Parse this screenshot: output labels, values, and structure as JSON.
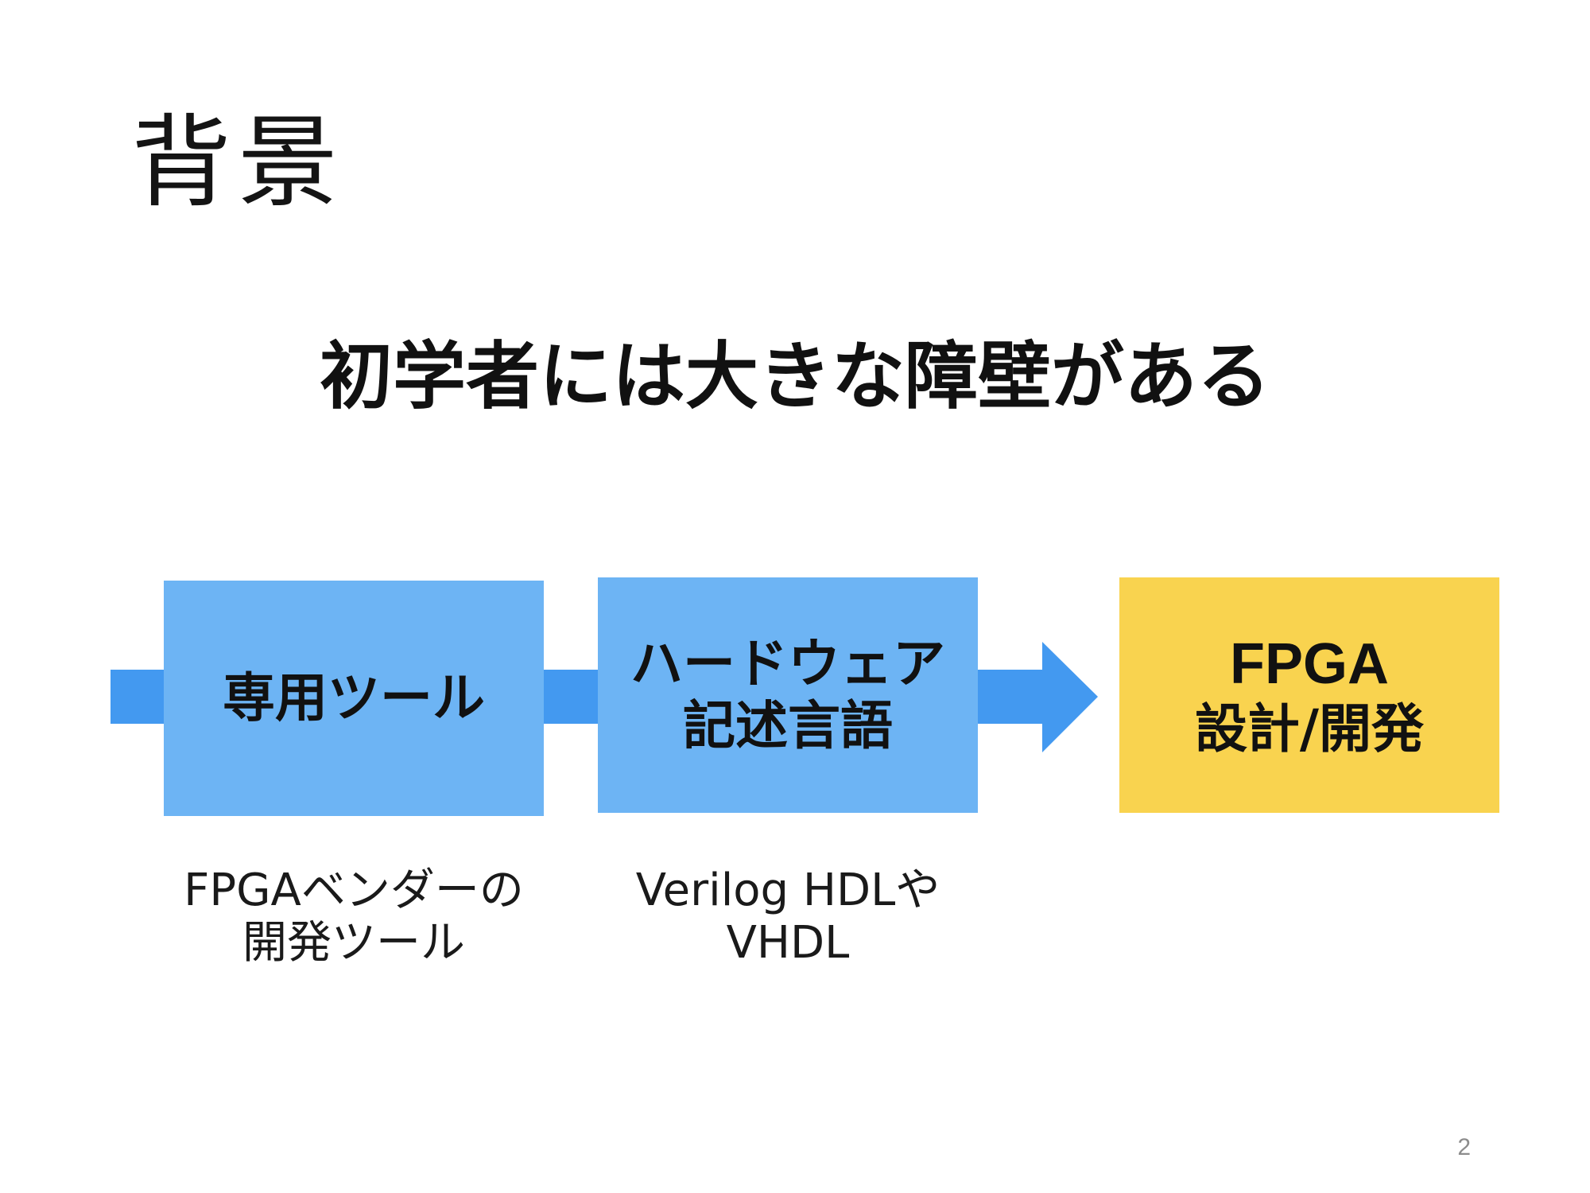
{
  "slide": {
    "title": "背景",
    "headline": "初学者には大きな障壁がある",
    "page_number": "2"
  },
  "flow": {
    "boxes": [
      {
        "lines": [
          "専用ツール"
        ],
        "color": "#6db4f4"
      },
      {
        "lines": [
          "ハードウェア",
          "記述言語"
        ],
        "color": "#6db4f4"
      },
      {
        "lines": [
          "FPGA",
          "設計/開発"
        ],
        "color": "#f9d34f"
      }
    ],
    "captions": [
      {
        "lines": [
          "FPGAベンダーの",
          "開発ツール"
        ]
      },
      {
        "lines": [
          "Verilog HDLや",
          "VHDL"
        ]
      }
    ],
    "arrow_color": "#4399f0"
  }
}
